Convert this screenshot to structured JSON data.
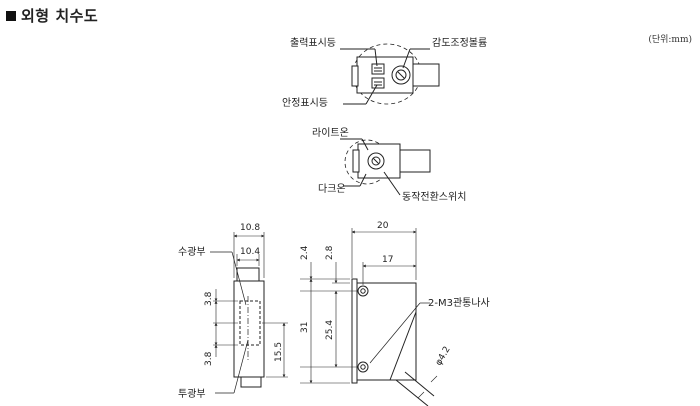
{
  "title": "외형 치수도",
  "unit_note": "(단위:mm)",
  "labels": {
    "output_led": "출력표시등",
    "sensitivity_adj": "감도조정볼륨",
    "stability_led": "안정표시등",
    "light_on": "라이트온",
    "dark_on": "다크온",
    "mode_switch": "동작전환스위치",
    "receiver": "수광부",
    "emitter": "투광부",
    "screw": "2-M3관통나사",
    "cable_dia": "φ4.2"
  },
  "dimensions": {
    "w_outer": "10.8",
    "w_inner": "10.4",
    "rx_upper": "3.8",
    "rx_lower": "3.8",
    "h_15_5": "15.5",
    "h_2_4": "2.4",
    "h_2_8": "2.8",
    "h_31": "31",
    "h_25_4": "25.4",
    "w_20": "20",
    "w_17": "17"
  }
}
